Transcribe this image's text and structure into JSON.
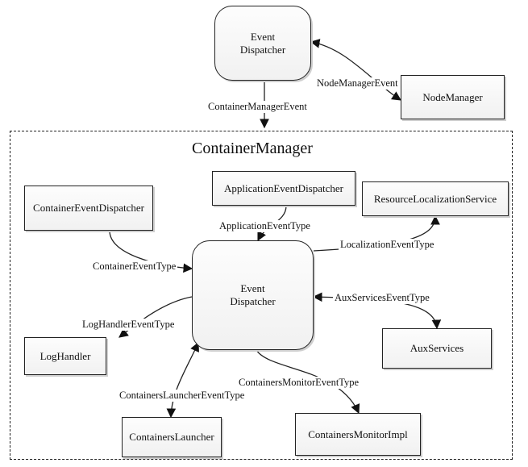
{
  "container_title": "ContainerManager",
  "top_dispatcher": {
    "line1": "Event",
    "line2": "Dispatcher"
  },
  "inner_dispatcher": {
    "line1": "Event",
    "line2": "Dispatcher"
  },
  "nodes": {
    "node_manager": "NodeManager",
    "application_event_dispatcher": "ApplicationEventDispatcher",
    "container_event_dispatcher": "ContainerEventDispatcher",
    "resource_localization_service": "ResourceLocalizationService",
    "log_handler": "LogHandler",
    "aux_services": "AuxServices",
    "containers_launcher": "ContainersLauncher",
    "containers_monitor_impl": "ContainersMonitorImpl"
  },
  "edges": {
    "node_manager_event": "NodeManagerEvent",
    "container_manager_event": "ContainerManagerEvent",
    "application_event_type": "ApplicationEventType",
    "container_event_type": "ContainerEventType",
    "localization_event_type": "LocalizationEventType",
    "aux_services_event_type": "AuxServicesEventType",
    "log_handler_event_type": "LogHandlerEventType",
    "containers_launcher_event_type": "ContainersLauncherEventType",
    "containers_monitor_event_type": "ContainersMonitorEventType"
  }
}
